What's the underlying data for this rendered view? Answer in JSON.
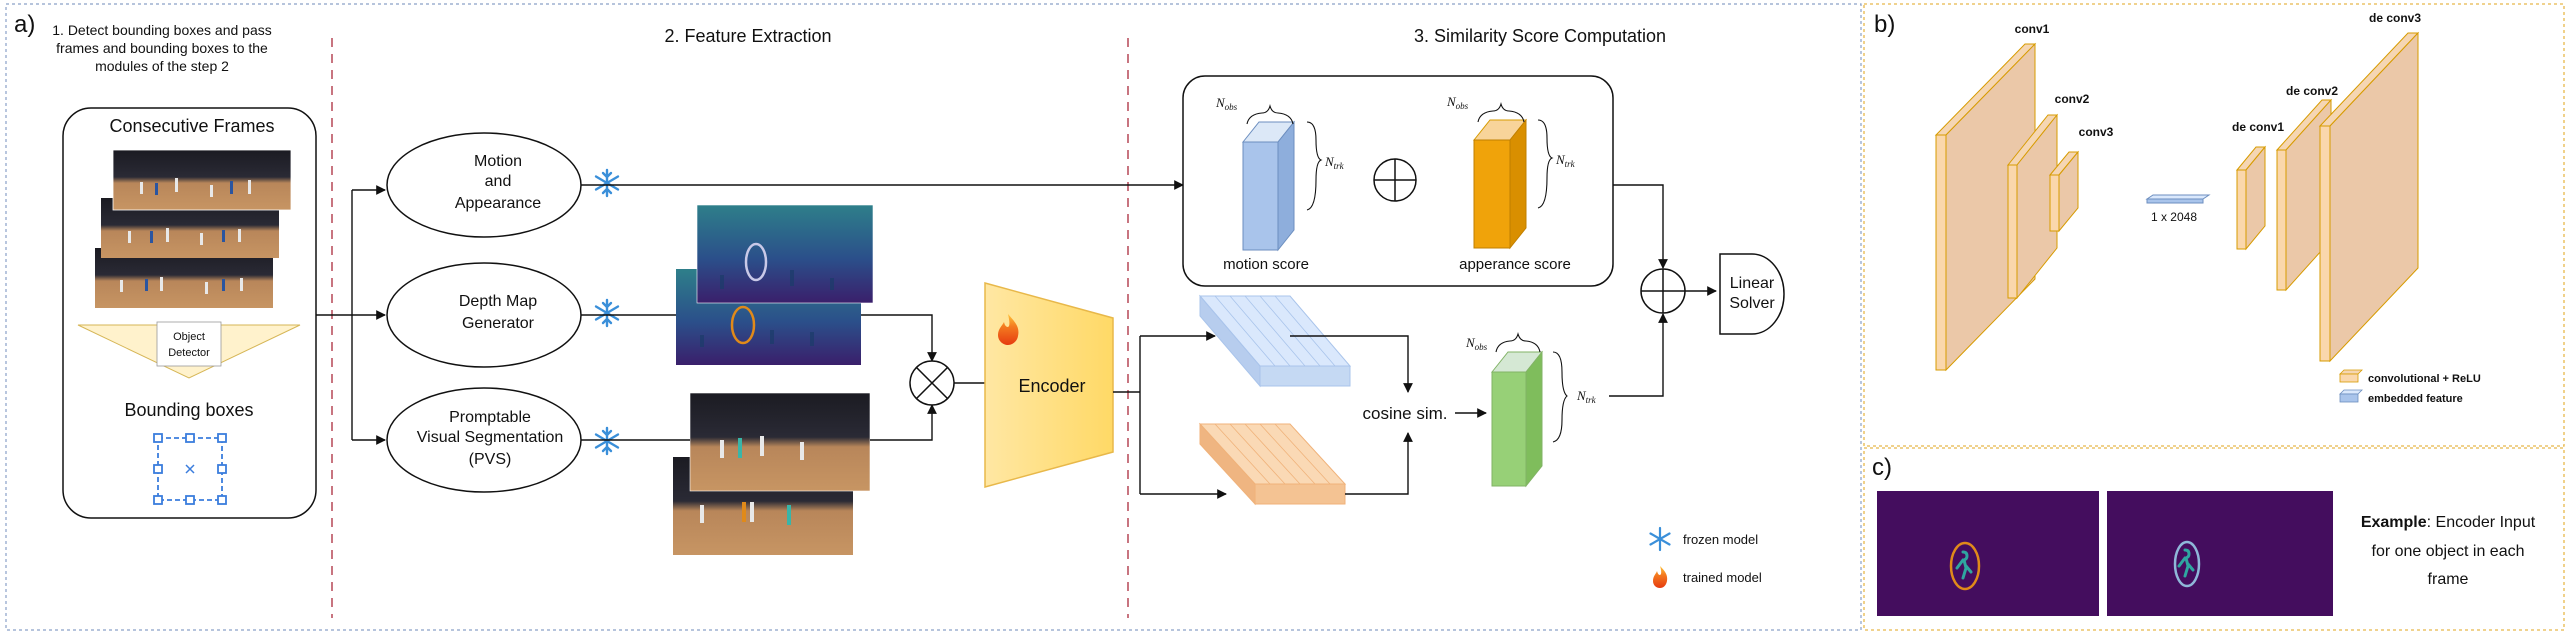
{
  "panel_a": {
    "label": "a)",
    "step1": [
      "1. Detect bounding boxes and pass",
      "frames and bounding boxes to the",
      "modules of the step 2"
    ],
    "step2": "2. Feature Extraction",
    "step3": "3. Similarity Score Computation",
    "consecutive_frames": "Consecutive Frames",
    "object_detector": [
      "Object",
      "Detector"
    ],
    "bounding_boxes": "Bounding boxes",
    "motion_appearance": [
      "Motion",
      "and",
      "Appearance"
    ],
    "depth_map": [
      "Depth Map",
      "Generator"
    ],
    "pvs": [
      "Promptable",
      "Visual Segmentation",
      "(PVS)"
    ],
    "encoder": "Encoder",
    "motion_score": "motion score",
    "appearance_score": "apperance score",
    "n_obs": "N",
    "n_obs_sub": "obs",
    "n_trk": "N",
    "n_trk_sub": "trk",
    "cosine": "cosine sim.",
    "linear_solver": [
      "Linear",
      "Solver"
    ],
    "legend_frozen": "frozen model",
    "legend_trained": "trained model",
    "colors": {
      "motion": "#a9c4eb",
      "appearance": "#f0a30a",
      "cosine_out": "#97d077",
      "encoder": "#ffd966",
      "bbox": "#3b7ddd"
    }
  },
  "panel_b": {
    "label": "b)",
    "conv1": "conv1",
    "conv2": "conv2",
    "conv3": "conv3",
    "embedding": "1 x 2048",
    "deconv1": "de conv1",
    "deconv2": "de conv2",
    "deconv3": "de conv3",
    "legend_conv": "convolutional + ReLU",
    "legend_embed": "embedded feature"
  },
  "panel_c": {
    "label": "c)",
    "example_bold": "Example",
    "example_rest": ": Encoder Input",
    "example_line2": "for one object in each",
    "example_line3": "frame"
  }
}
